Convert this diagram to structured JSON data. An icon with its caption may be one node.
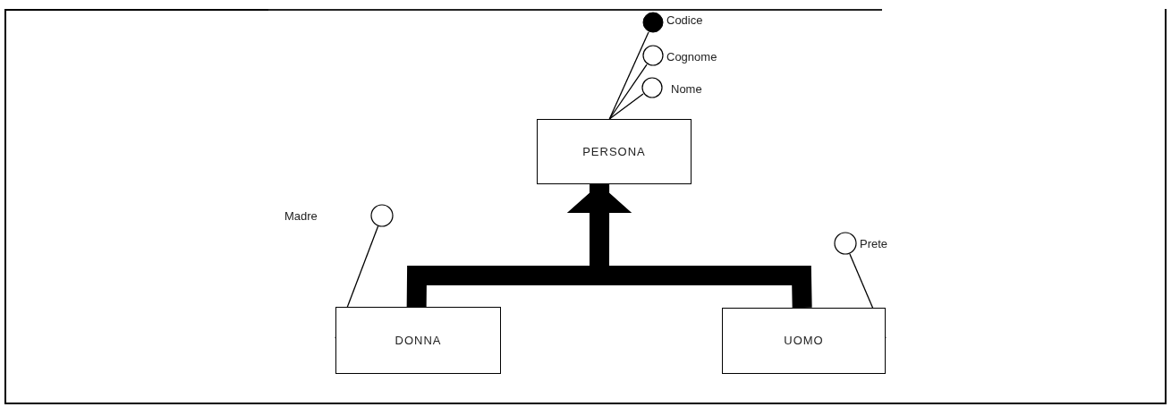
{
  "diagram": {
    "nodes": [
      {
        "text": [],
        "shape": "dot",
        "beside": [
          "Codice"
        ]
      },
      {
        "text": [],
        "shape": "circle",
        "beside": [
          "Cognome"
        ]
      },
      {
        "text": [],
        "shape": "circle",
        "beside": [
          "Nome"
        ]
      },
      {
        "text": [
          "PERSONA"
        ]
      },
      {
        "text": [],
        "shape": "circle"
      },
      {
        "text": [],
        "shape": "circle",
        "beside": [
          "Prete"
        ]
      },
      {
        "text": [
          "DONNA"
        ]
      },
      {
        "text": [
          "UOMO"
        ]
      }
    ],
    "edges": [
      {
        "from": 0,
        "to": 3,
        "arrow": "none"
      },
      {
        "from": 1,
        "to": 3,
        "arrow": "none"
      },
      {
        "from": 2,
        "to": 3,
        "arrow": "none"
      },
      {
        "from": 6,
        "to": 3,
        "arrow": "to",
        "style": "thick"
      },
      {
        "from": 7,
        "to": 3,
        "arrow": "to",
        "style": "thick"
      },
      {
        "from": 4,
        "to": 6,
        "arrow": "none"
      },
      {
        "from": 5,
        "to": 7,
        "arrow": "none"
      }
    ],
    "labels": [
      "Madre"
    ]
  }
}
